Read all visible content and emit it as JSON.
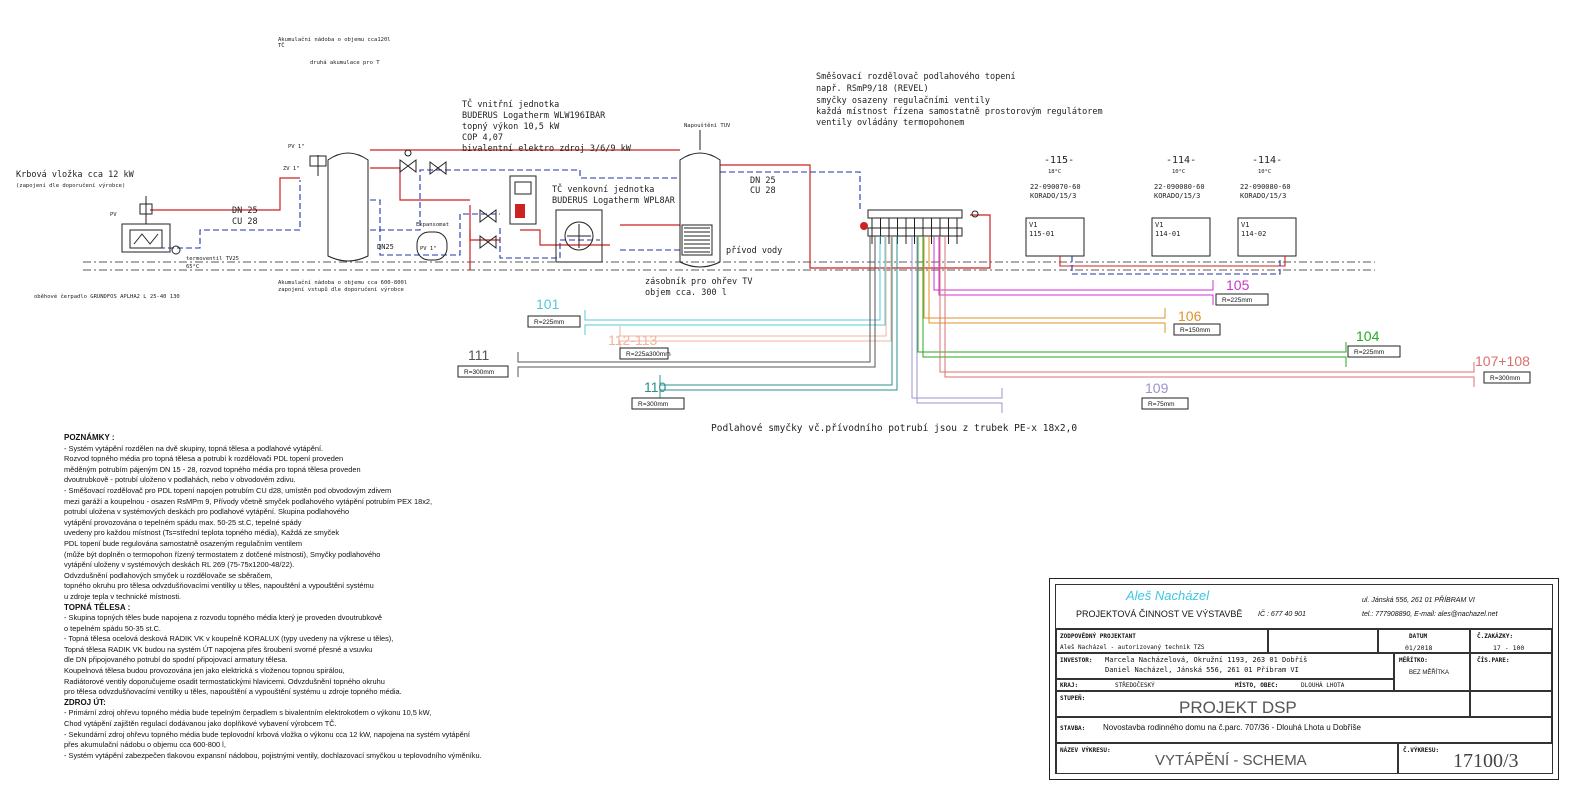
{
  "diagram": {
    "top_labels": {
      "akum_small": "Akumulační nádoba o objemu cca120l",
      "tc_small": "TČ",
      "druha": "druhá akumulace pro T",
      "mixer": [
        "Směšovací rozdělovač podlahového topení",
        "např. RSmP9/18 (REVEL)",
        "smyčky osazeny regulačními ventily",
        "každá místnost řízena samostatně prostorovým regulátorem",
        "ventily ovládány termopohonem"
      ],
      "indoor_unit": [
        "TČ vnitřní jednotka",
        "BUDERUS Logatherm WLW196IBAR",
        "topný výkon 10,5 kW",
        "COP 4,07",
        "bivalentní elektro zdroj 3/6/9 kW"
      ],
      "outdoor_unit": [
        "TČ venkovní jednotka",
        "BUDERUS Logatherm WPL8AR"
      ],
      "fireplace": [
        "Krbová vložka cca 12 kW",
        "(zapojení dle doporučení výrobce)"
      ],
      "dn_left": [
        "DN 25",
        "CU 28"
      ],
      "dn_right": [
        "DN 25",
        "CU 28"
      ],
      "dn25": "DN25",
      "expansomat": "Expansomat",
      "pv1": "PV 1\"",
      "termoventil": [
        "termoventil TV25",
        "65°C"
      ],
      "pump": "oběhové čerpadlo GRUNDFOS APLHA2 L   25-40 130",
      "akum_large": [
        "Akumulační nádoba o objemu cca 600-800l",
        "zapojení vstupů dle doporučení výrobce"
      ],
      "zasobnik": [
        "zásobník pro ohřev TV",
        "objem cca. 300 l"
      ],
      "privod": "přívod vody",
      "pipes_note": "Podlahové smyčky vč.přívodního potrubí jsou z trubek  PE-x 18x2,0",
      "pv_small": "PV",
      "zv": "ZV 1\"",
      "napoust": "Napouštění TUV"
    },
    "rooms": [
      {
        "num": "-115-",
        "temp": "18°C",
        "code": "22-090070-60",
        "type": "KORADO/15/3",
        "v": "V1",
        "id": "115-01"
      },
      {
        "num": "-114-",
        "temp": "10°C",
        "code": "22-090080-60",
        "type": "KORADO/15/3",
        "v": "V1",
        "id": "114-01"
      },
      {
        "num": "-114-",
        "temp": "10°C",
        "code": "22-090080-60",
        "type": "KORADO/15/3",
        "v": "V1",
        "id": "114-02"
      }
    ],
    "loops": [
      {
        "name": "101",
        "r": "R=225mm",
        "color": "#55c8d8"
      },
      {
        "name": "112-113",
        "r": "R=225a300mm",
        "color": "#f0b4a0"
      },
      {
        "name": "111",
        "r": "R=300mm",
        "color": "#555555"
      },
      {
        "name": "110",
        "r": "R=300mm",
        "color": "#2e8f8f"
      },
      {
        "name": "109",
        "r": "R=75mm",
        "color": "#9a94cc"
      },
      {
        "name": "105",
        "r": "R=225mm",
        "color": "#cc33cc"
      },
      {
        "name": "106",
        "r": "R=150mm",
        "color": "#e0922a"
      },
      {
        "name": "104",
        "r": "R=225mm",
        "color": "#22aa22"
      },
      {
        "name": "107+108",
        "r": "R=300mm",
        "color": "#d87070"
      }
    ]
  },
  "notes": {
    "title": "POZNÁMKY :",
    "lines": [
      "- Systém vytápění rozdělen na dvě skupiny, topná tělesa a podlahové vytápění.",
      "  Rozvod topného média pro topná tělesa a potrubí k rozdělovači PDL topení proveden",
      "  měděným potrubím pájeným DN 15 - 28, rozvod topného média pro topná tělesa proveden",
      "  dvoutrubkově - potrubí uloženo v podlahách, nebo v obvodovém zdivu.",
      "- Směšovací rozdělovač pro PDL topení napojen potrubím CU d28, umístěn pod obvodovým zdivem",
      "  mezi garáží a koupelnou - osazen RsMPm 9, Přívody včetně smyček podlahového vytápění potrubím PEX 18x2,",
      "  potrubí uložena v systémových  deskách pro podlahové vytápění.  Skupina podlahového",
      "  vytápění provozována o tepelném spádu max. 50-25 st.C, tepelné spády",
      "  uvedeny pro  každou místnost (Ts=střední teplota topného média),  Každá ze smyček",
      "  PDL topení bude regulována samostatně osazeným regulačním ventilem",
      "  (může být doplněn o termopohon řízený termostatem z dotčené místnosti), Smyčky podlahového",
      "  vytápění uloženy v systémových deskách RL 269 (75-75x1200-48/22).",
      "  Odvzdušnění podlahových smyček u rozdělovače se sběračem,",
      "  topného okruhu pro tělesa odvzdušňovacími ventilky u těles,  napouštění a vypouštění systému",
      "  u zdroje tepla  v technické místnosti."
    ],
    "title2": "TOPNÁ TĚLESA :",
    "lines2": [
      "- Skupina topných těles bude napojena z rozvodu topného média který je proveden dvoutrubkově",
      "  o tepelném spádu 50-35 st.C.",
      "- Topná tělesa ocelová desková RADIK VK v koupelně KORALUX  (typy uvedeny na výkrese u těles),",
      "  Topná tělesa RADIK VK  budou na systém ÚT napojena  přes šroubení svorné přesné  a vsuvku",
      "  dle  DN připojovaného  potrubí do spodní připojovací armatury  tělesa.",
      "  Koupelnová tělesa budou provozována jen jako elektrická s vloženou topnou spirálou,",
      "  Radiátorové ventily doporučujeme osadit  termostatickými hlavicemi.  Odvzdušnění  topného okruhu",
      "  pro tělesa odvzdušňovacími ventilky u těles, napouštění a vypouštění systému u zdroje topného média."
    ],
    "title3": "ZDROJ ÚT:",
    "lines3": [
      "- Primární zdroj ohřevu topného média bude tepelným čerpadlem s bivalentním elektrokotlem o výkonu 10,5 kW,",
      "  Chod vytápění  zajištěn regulací dodávanou jako doplňkové vybavení výrobcem TČ.",
      "- Sekundární zdroj ohřevu topného média bude teplovodní krbová vložka o výkonu cca 12 kW, napojena na systém vytápění",
      "  přes akumulační nádobu o objemu cca 600-800 l,",
      "- Systém vytápění zabezpečen tlakovou  expansní nádobou, pojistnými ventily, dochlazovací smyčkou u teplovodního výměníku."
    ]
  },
  "titleblock": {
    "author_logo": "Aleš Nacházel",
    "firm": "PROJEKTOVÁ ČINNOST VE VÝSTAVBĚ",
    "ic": "IČ : 677 40 901",
    "address": "ul. Jánská 556, 261 01 PŘÍBRAM VI",
    "contact": "tel.: 777908890, E-mail: ales@nachazel.net",
    "resp_label": "ZODPOVĚDNÝ PROJEKTANT",
    "resp_value": "Aleš Nacházel  -  autorizovaný technik TZS",
    "date_label": "DATUM",
    "date_value": "01/2018",
    "order_label": "Č.ZAKÁZKY:",
    "order_value": "17  -  100",
    "investor_label": "INVESTOR:",
    "investor_1": "Marcela Nacházelová, Okružní 1193, 263 01 Dobříš",
    "investor_2": "Daniel Nacházel, Jánská 556, 261 01 Příbram VI",
    "scale_label": "MĚŘÍTKO:",
    "scale_value": "BEZ MĚŘÍTKA",
    "parc_label": "ČÍS.PARE:",
    "kraj_label": "KRAJ:",
    "kraj_value": "STŘEDOČESKÝ",
    "misto_label": "MÍSTO, OBEC:",
    "misto_value": "DLOUHÁ LHOTA",
    "stupen_label": "STUPEŇ:",
    "stupen_value": "PROJEKT  DSP",
    "stavba_label": "STAVBA:",
    "stavba_value": "Novostavba rodinného domu na č.parc. 707/36 - Dlouhá Lhota u Dobříše",
    "nazev_label": "NÁZEV VÝKRESU:",
    "nazev_value": "VYTÁPĚNÍ - SCHEMA",
    "cvykresu_label": "Č.VÝKRESU:",
    "cvykresu_value": "17100/3"
  }
}
